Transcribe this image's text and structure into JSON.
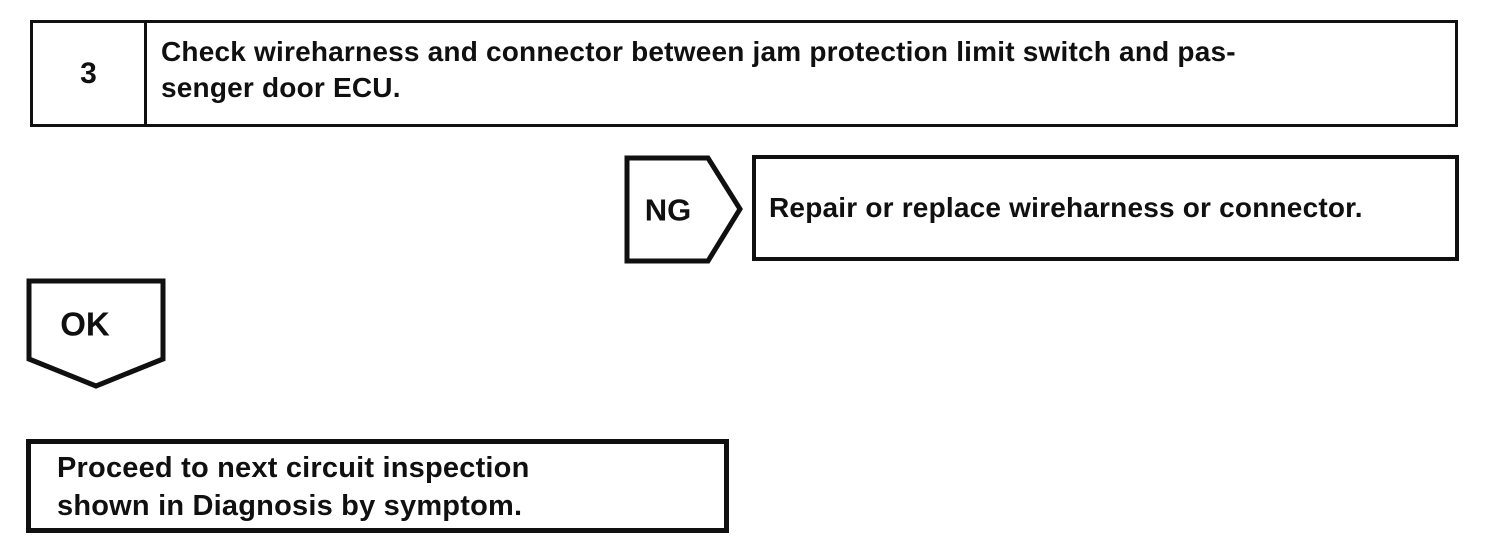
{
  "page": {
    "background": "#ffffff",
    "ink_color": "#101010"
  },
  "flowchart": {
    "step": {
      "number": "3",
      "instruction_lines": [
        "Check wireharness and connector between jam protection limit switch and pas-",
        "senger door ECU."
      ]
    },
    "ng_branch": {
      "label": "NG",
      "action": "Repair or replace wireharness or connector."
    },
    "ok_branch": {
      "label": "OK",
      "outcome_lines": [
        "Proceed to next circuit inspection",
        "shown in Diagnosis by symptom."
      ]
    }
  }
}
